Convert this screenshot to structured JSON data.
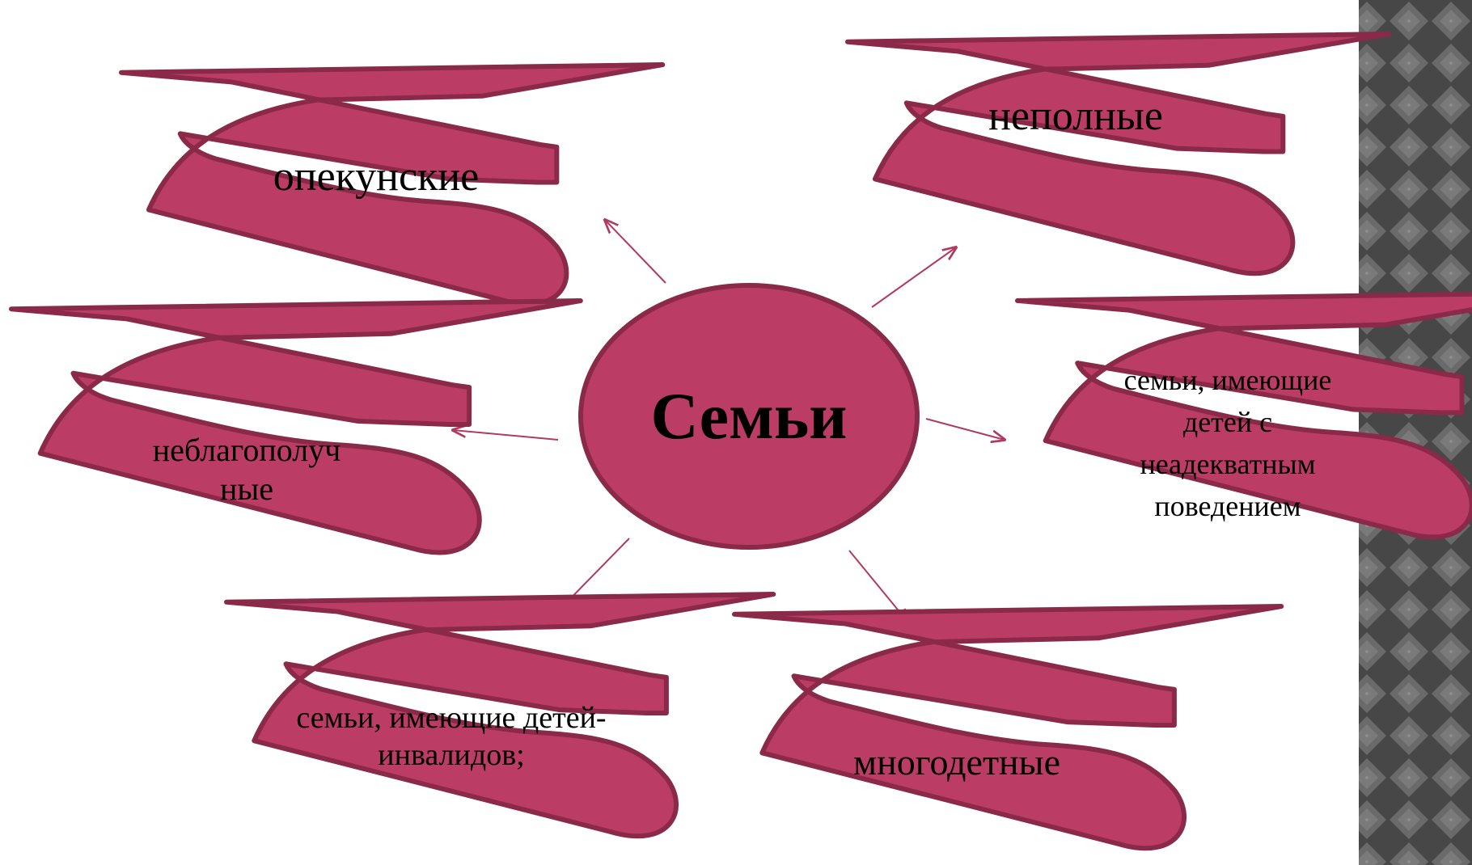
{
  "center": {
    "label": "Семьи"
  },
  "categories": [
    {
      "id": "opekunskie",
      "lines": [
        "опекунские"
      ]
    },
    {
      "id": "nepolnye",
      "lines": [
        "неполные"
      ]
    },
    {
      "id": "neblagopoluchnye",
      "lines": [
        "неблагополуч",
        "ные"
      ]
    },
    {
      "id": "neadekvatnye",
      "lines": [
        "семьи, имеющие",
        "детей с",
        "неадекватным",
        "поведением"
      ]
    },
    {
      "id": "invalidy",
      "lines": [
        "семьи, имеющие детей-",
        "инвалидов;"
      ]
    },
    {
      "id": "mnogodetnye",
      "lines": [
        "многодетные"
      ]
    }
  ],
  "colors": {
    "fill": "#bb3d66",
    "stroke": "#8a2a48",
    "arrow": "#b03a60",
    "sidebar_dark": "#3f3f3f",
    "sidebar_light": "#6e6e6e"
  }
}
